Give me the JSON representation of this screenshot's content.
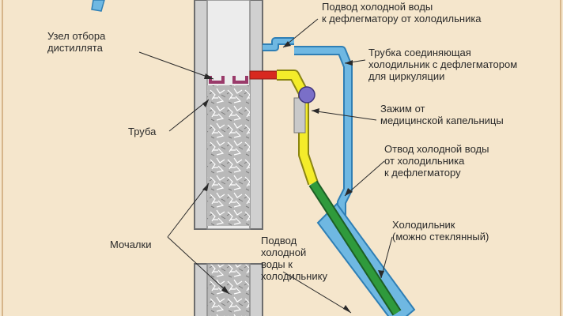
{
  "labels": {
    "cold_water_to_dephlegmator": [
      "Подвод холодной воды",
      "к дефлегматору от холодильника"
    ],
    "distillate_take_off": [
      "Узел отбора",
      "дистиллята"
    ],
    "connecting_tube": [
      "Трубка соединяющая",
      "холодильник с дефлегматором",
      "для циркуляции"
    ],
    "dropper_clamp": [
      "Зажим от",
      "медицинской капельницы"
    ],
    "pipe": [
      "Труба"
    ],
    "cold_water_outlet": [
      "Отвод холодной воды",
      "от холодильника",
      "к дефлегматору"
    ],
    "condenser": [
      "Холодильник",
      "(можно стеклянный)"
    ],
    "scrubbers": [
      "Мочалки"
    ],
    "cold_water_inlet": [
      "Подвод",
      "холодной",
      "воды к",
      "холодильнику"
    ]
  },
  "colors": {
    "background": "#f5e6cc",
    "pipe_outline": "#6d6d6d",
    "pipe_fill": "#e7e7e7",
    "packing_fill": "#b9b9b9",
    "blue_tube": "#6fb8e2",
    "blue_tube_dark": "#2f7fb5",
    "yellow_tube": "#f4ec2a",
    "green_tube": "#2f9a3c",
    "red_tube": "#d8281f",
    "clamp": "#7a6fc8",
    "take_off_node": "#9a3a6a"
  }
}
